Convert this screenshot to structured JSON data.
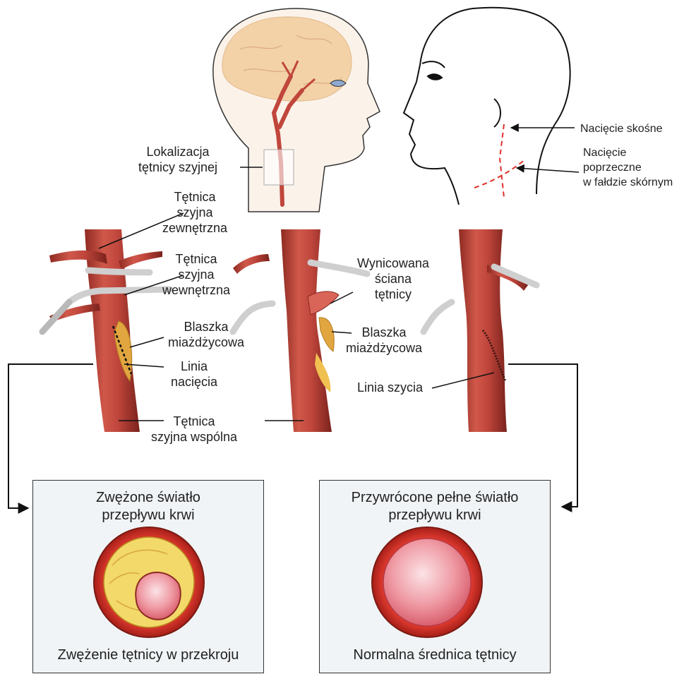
{
  "labels": {
    "lokalizacja": "Lokalizacja\ntętnicy szyjnej",
    "naciecie_skosne": "Nacięcie skośne",
    "naciecie_poprzeczne": "Nacięcie\npoprzeczne\nw fałdzie skórnym",
    "tetnica_zewnetrzna": "Tętnica\nszyjna\nzewnętrzna",
    "tetnica_wewnetrzna": "Tętnica\nszyjna\nwewnętrzna",
    "blaszka_1": "Blaszka\nmiażdżycowa",
    "linia_naciecia": "Linia\nnacięcia",
    "tetnica_wspolna": "Tętnica\nszyjna wspólna",
    "wynicowana": "Wynicowana\nściana\ntętnicy",
    "blaszka_2": "Blaszka\nmiażdżycowa",
    "linia_szycia": "Linia szycia"
  },
  "panels": {
    "left": {
      "title": "Zwężone światło\nprzepływu krwi",
      "caption": "Zwężenie tętnicy w przekroju"
    },
    "right": {
      "title": "Przywrócone pełne światło\nprzepływu krwi",
      "caption": "Normalna średnica tętnicy"
    }
  },
  "colors": {
    "artery": "#c0463c",
    "artery_dark": "#8e2a22",
    "plaque": "#e2a640",
    "plaque_light": "#f4e88a",
    "brain": "#f3d2a8",
    "incision": "#e0302c",
    "clamp": "#c9c9c9",
    "panel_bg": "#f1f4f6"
  }
}
